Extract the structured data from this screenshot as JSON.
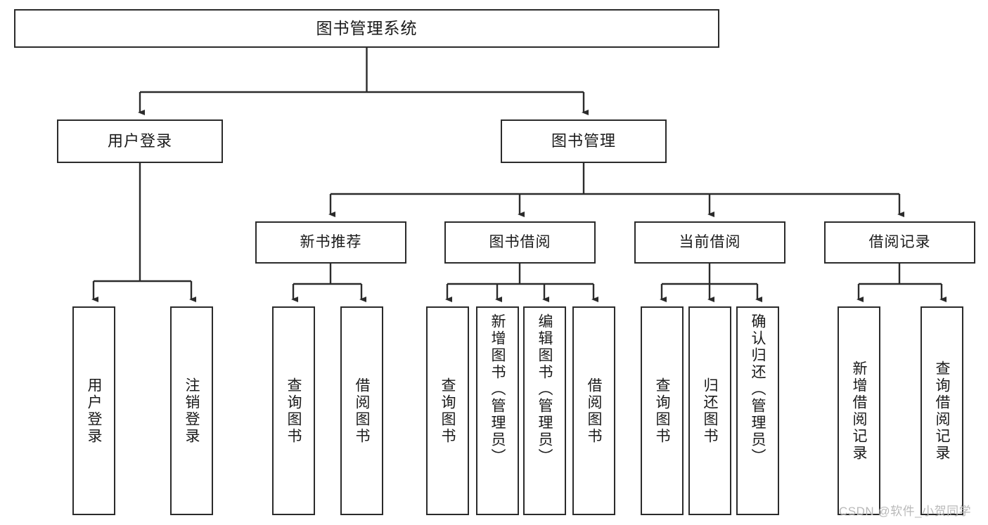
{
  "diagram": {
    "title": "图书管理系统",
    "watermark": "CSDN @软件_小贺同学",
    "colors": {
      "stroke": "#2b2b2b",
      "fill": "#ffffff",
      "text": "#1a1a1a",
      "watermark": "#b9b9b9"
    },
    "root": {
      "label": "图书管理系统"
    },
    "level2": [
      {
        "label": "用户登录"
      },
      {
        "label": "图书管理"
      }
    ],
    "level3": [
      {
        "label": "新书推荐"
      },
      {
        "label": "图书借阅"
      },
      {
        "label": "当前借阅"
      },
      {
        "label": "借阅记录"
      }
    ],
    "leaves": {
      "user_login": [
        {
          "label": "用户登录"
        },
        {
          "label": "注销登录"
        }
      ],
      "new_book_recommend": [
        {
          "label": "查询图书"
        },
        {
          "label": "借阅图书"
        }
      ],
      "book_borrow": [
        {
          "label": "查询图书"
        },
        {
          "label": "新增图书（管理员）"
        },
        {
          "label": "编辑图书（管理员）"
        },
        {
          "label": "借阅图书"
        }
      ],
      "current_borrow": [
        {
          "label": "查询图书"
        },
        {
          "label": "归还图书"
        },
        {
          "label": "确认归还（管理员）"
        }
      ],
      "borrow_record": [
        {
          "label": "新增借阅记录"
        },
        {
          "label": "查询借阅记录"
        }
      ]
    }
  }
}
